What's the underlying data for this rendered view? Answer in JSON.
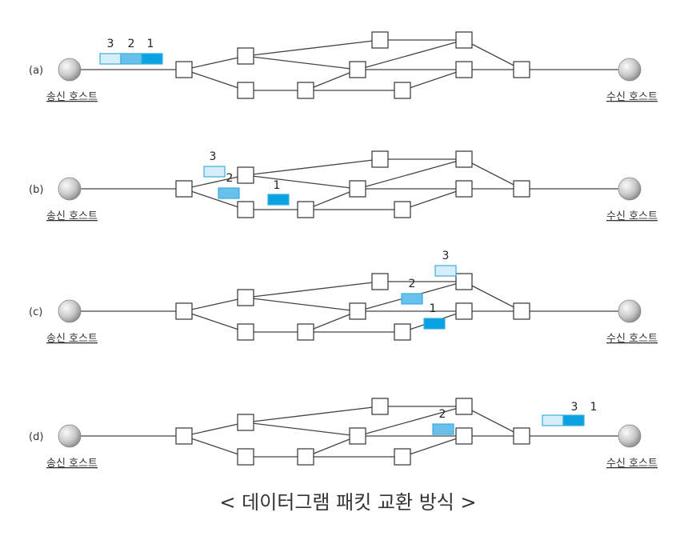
{
  "panels": [
    {
      "label": "(a)",
      "sender": "송신 호스트",
      "receiver": "수신 호스트",
      "packets_text": [
        "3",
        "2",
        "1"
      ]
    },
    {
      "label": "(b)",
      "sender": "송신 호스트",
      "receiver": "수신 호스트",
      "packets_text": [
        "3",
        "2",
        "1"
      ]
    },
    {
      "label": "(c)",
      "sender": "송신 호스트",
      "receiver": "수신 호스트",
      "packets_text": [
        "3",
        "2",
        "1"
      ]
    },
    {
      "label": "(d)",
      "sender": "송신 호스트",
      "receiver": "수신 호스트",
      "packets_text": [
        "2",
        "3",
        "1"
      ]
    }
  ],
  "caption": "< 데이터그램 패킷 교환 방식 >",
  "colors": {
    "packet3": "#d6eefa",
    "packet2": "#69c0ea",
    "packet1": "#0aa2e2",
    "packet_border": "#39aee0",
    "line": "#444444"
  }
}
